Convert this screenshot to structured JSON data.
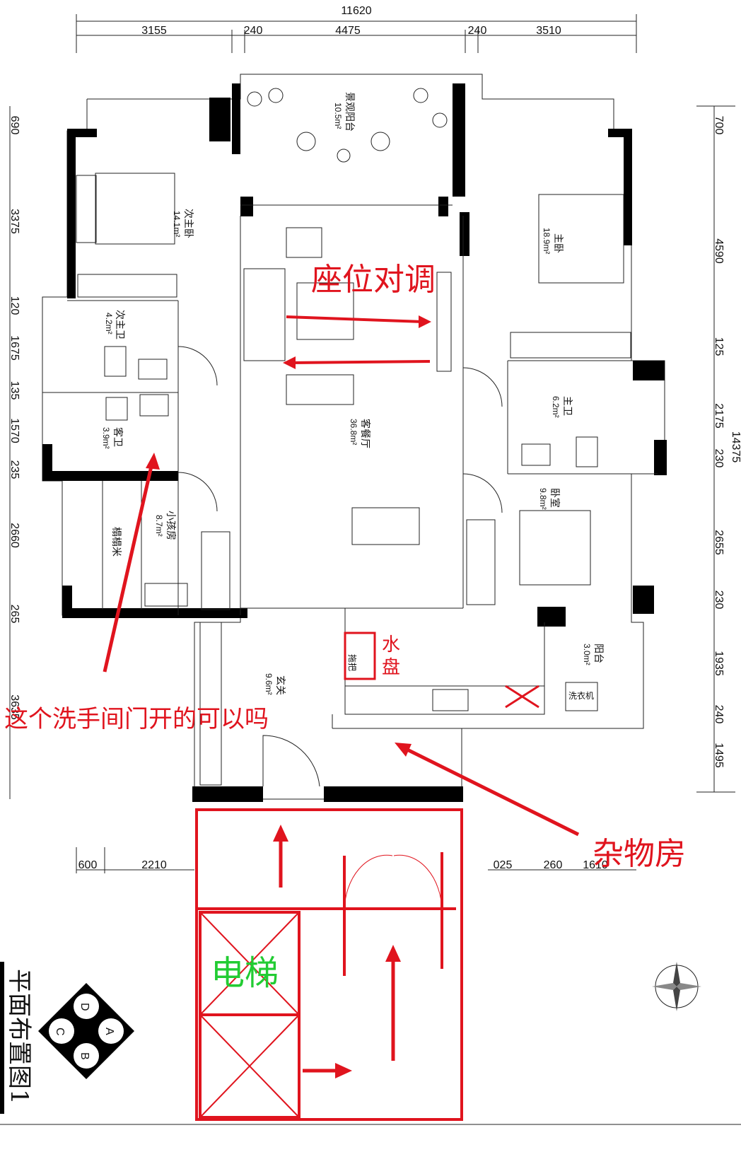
{
  "dims_top": {
    "overall": "11620",
    "segments": [
      "3155",
      "240",
      "4475",
      "240",
      "3510"
    ]
  },
  "dims_left": [
    "690",
    "3375",
    "120",
    "1675",
    "135",
    "1570",
    "235",
    "2660",
    "265",
    "3635"
  ],
  "dims_right": [
    "700",
    "4590",
    "125",
    "2175",
    "230",
    "2655",
    "230",
    "1935",
    "240",
    "1495"
  ],
  "dims_right_partial": "14375",
  "dims_bottom": [
    "600",
    "2210",
    "025",
    "260",
    "1610"
  ],
  "rooms": {
    "balcony_view": {
      "name": "景观阳台",
      "area": "10.5m²"
    },
    "second_master": {
      "name": "次主卧",
      "area": "14.1m²"
    },
    "master": {
      "name": "主卧",
      "area": "18.9m²"
    },
    "second_master_bath": {
      "name": "次主卫",
      "area": "4.2m²"
    },
    "guest_bath": {
      "name": "客卫",
      "area": "3.9m²"
    },
    "living_dining": {
      "name": "客餐厅",
      "area": "36.8m²"
    },
    "master_bath": {
      "name": "主卫",
      "area": "6.2m²"
    },
    "bedroom": {
      "name": "卧室",
      "area": "9.8m²"
    },
    "kids_room": {
      "name": "小孩房",
      "area": "8.7m²"
    },
    "tatami": {
      "name": "榻榻米",
      "area": ""
    },
    "entry": {
      "name": "玄关",
      "area": "9.6m²"
    },
    "balcony_small": {
      "name": "阳台",
      "area": "3.0m²"
    }
  },
  "fixtures": {
    "washer": "洗衣机",
    "sink_label": "拖把"
  },
  "annotations": {
    "seat_swap": "座位对调",
    "sink": "水盘",
    "bathroom_question": "这个洗手间门开的可以吗",
    "storage": "杂物房",
    "elevator": "电梯"
  },
  "title": "平面布置图1",
  "compass_letters": [
    "D",
    "A",
    "C",
    "B"
  ],
  "colors": {
    "annotation_red": "#e0141e",
    "elevator_green": "#22cc33",
    "wall": "#000000"
  }
}
